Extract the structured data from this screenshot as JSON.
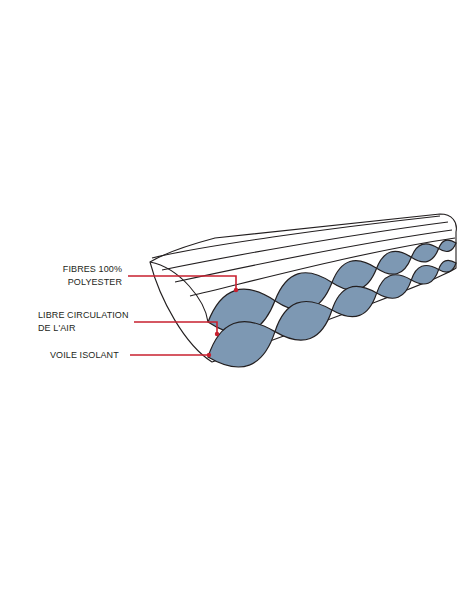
{
  "diagram": {
    "labels": [
      "FIBRES 100% POLYESTER",
      "LIBRE CIRCULATION DE L'AIR",
      "VOILE ISOLANT"
    ]
  }
}
